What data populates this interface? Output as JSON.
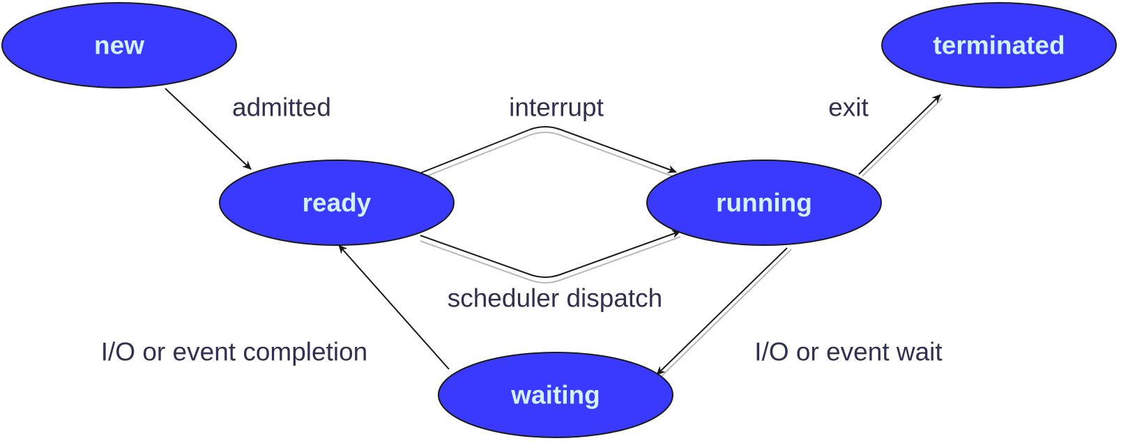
{
  "colors": {
    "state_fill": "#3a3aff",
    "state_text": "#d2f0ff",
    "edge_stroke": "#1a1a1a",
    "label_text": "#303050"
  },
  "states": {
    "new": "new",
    "ready": "ready",
    "running": "running",
    "terminated": "terminated",
    "waiting": "waiting"
  },
  "transitions": {
    "admitted": "admitted",
    "interrupt": "interrupt",
    "exit": "exit",
    "scheduler_dispatch": "scheduler dispatch",
    "io_event_completion": "I/O or event completion",
    "io_event_wait": "I/O or event wait"
  }
}
